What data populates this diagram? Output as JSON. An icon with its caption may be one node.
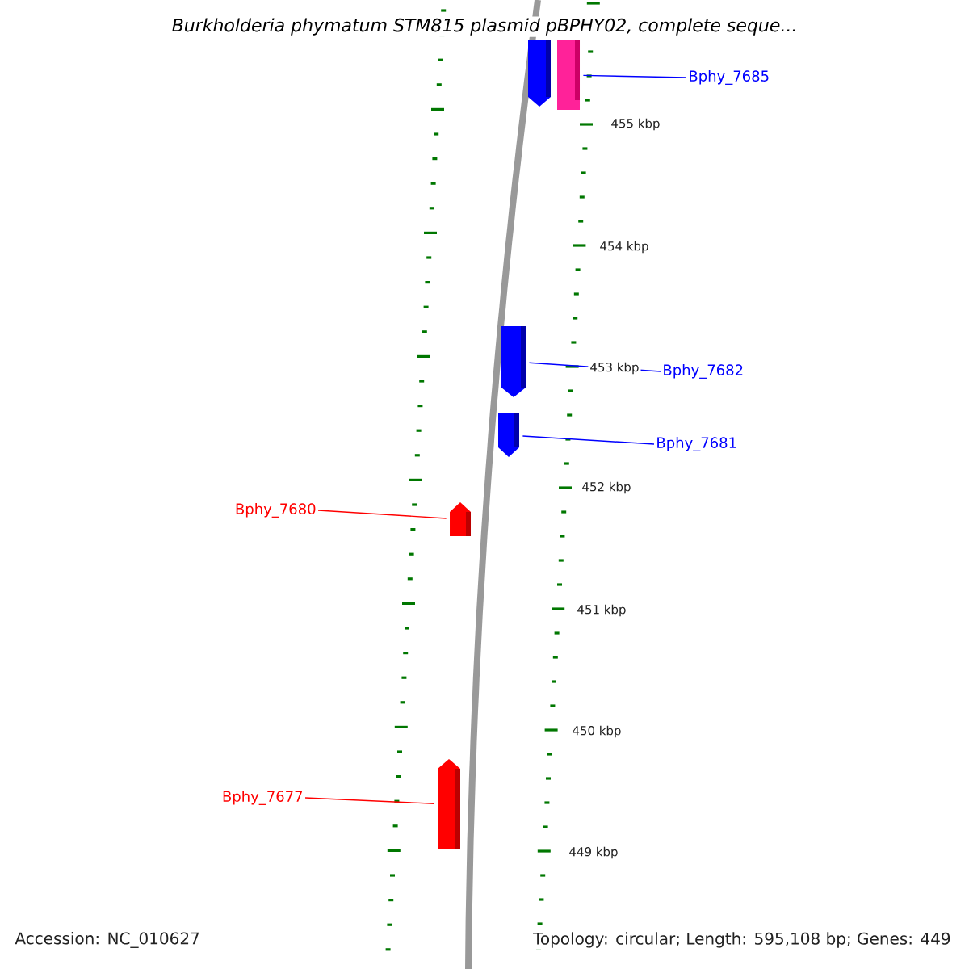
{
  "diagram": {
    "title": "Burkholderia phymatum STM815 plasmid pBPHY02, complete seque...",
    "nodes": [
      {
        "text": [],
        "shape": "arrow"
      },
      {
        "text": [],
        "shape": "box"
      },
      {
        "text": [
          "Bphy_7685"
        ]
      },
      {
        "text": [],
        "shape": "arrow"
      },
      {
        "text": [
          "Bphy_7682"
        ]
      },
      {
        "text": [],
        "shape": "arrow"
      },
      {
        "text": [
          "Bphy_7681"
        ]
      },
      {
        "text": [
          "Bphy_7680"
        ]
      },
      {
        "text": [],
        "shape": "arrow"
      },
      {
        "text": [
          "Bphy_7677"
        ]
      },
      {
        "text": [],
        "shape": "arrow"
      }
    ],
    "edges": [
      {
        "from": 2,
        "to": 1,
        "arrow": "none"
      },
      {
        "from": 4,
        "to": 3,
        "arrow": "none"
      },
      {
        "from": 6,
        "to": 5,
        "arrow": "none"
      },
      {
        "from": 7,
        "to": 8,
        "arrow": "none",
        "color": "#ff0000"
      },
      {
        "from": 9,
        "to": 10,
        "arrow": "none",
        "color": "#ff0000"
      }
    ],
    "labels": [
      "455 kbp",
      "454 kbp",
      "453 kbp",
      "452 kbp",
      "451 kbp",
      "450 kbp",
      "449 kbp",
      "Accession: NC_010627",
      "Topology: circular; Length: 595,108 bp; Genes: 449"
    ]
  }
}
